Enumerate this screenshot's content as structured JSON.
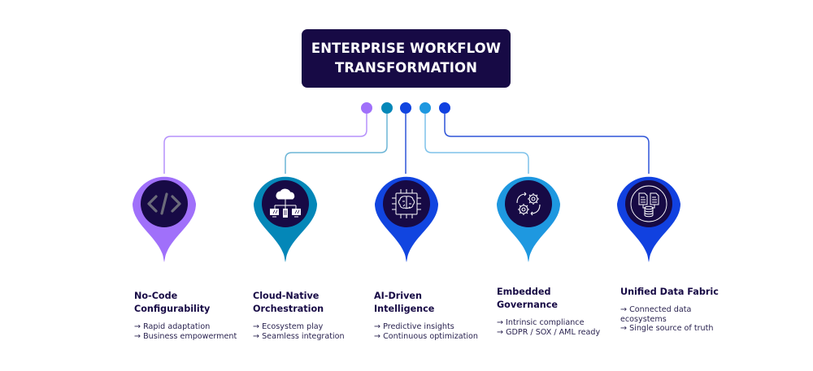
{
  "title": {
    "line1": "ENTERPRISE WORKFLOW",
    "line2": "TRANSFORMATION"
  },
  "colors": {
    "title_bg": "#170a45",
    "pin_inner": "#170a45",
    "purple": "#a070fa",
    "teal": "#0487b8",
    "blue": "#1145e0",
    "sky": "#1e98e0",
    "royal": "#1141e0"
  },
  "pillars": [
    {
      "title_line1": "No-Code",
      "title_line2": "Configurability",
      "icon": "code-icon",
      "color": "#a070fa",
      "points": [
        "→ Rapid adaptation",
        "→ Business empowerment"
      ]
    },
    {
      "title_line1": "Cloud-Native",
      "title_line2": "Orchestration",
      "icon": "cloud-network-icon",
      "color": "#0487b8",
      "points": [
        "→ Ecosystem play",
        "→ Seamless integration"
      ]
    },
    {
      "title_line1": "AI-Driven",
      "title_line2": "Intelligence",
      "icon": "ai-chip-brain-icon",
      "color": "#1145e0",
      "points": [
        "→ Predictive insights",
        "→ Continuous optimization"
      ]
    },
    {
      "title_line1": "Embedded",
      "title_line2": "Governance",
      "icon": "gears-cycle-icon",
      "color": "#1e98e0",
      "points": [
        "→ Intrinsic compliance",
        "→ GDPR / SOX / AML ready"
      ]
    },
    {
      "title_line1": "Unified Data Fabric",
      "title_line2": "",
      "icon": "data-documents-icon",
      "color": "#1141e0",
      "points": [
        "→ Connected data ecosystems",
        "→ Single source of truth"
      ]
    }
  ]
}
